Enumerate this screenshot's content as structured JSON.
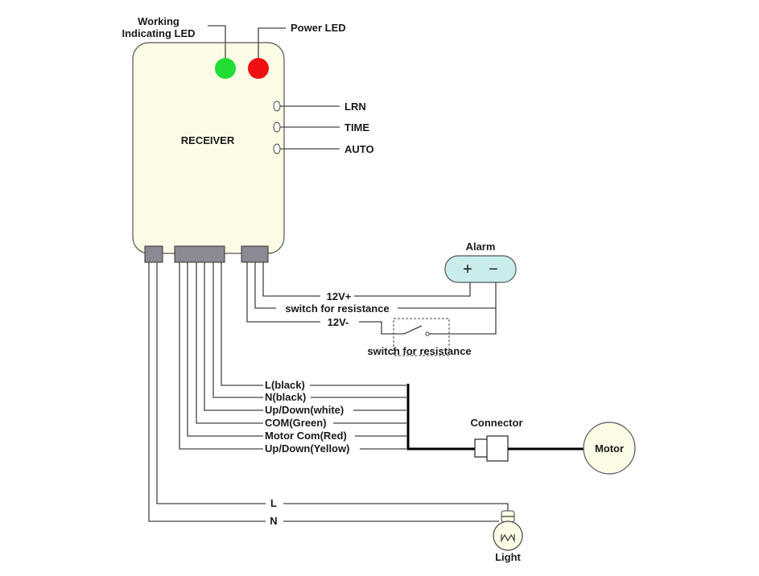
{
  "receiver": {
    "title": "RECEIVER",
    "working_led_label_line1": "Working",
    "working_led_label_line2": "Indicating LED",
    "power_led_label": "Power LED",
    "buttons": [
      "LRN",
      "TIME",
      "AUTO"
    ],
    "colors": {
      "body": "#fcfbe6",
      "working_led": "#22dd33",
      "power_led": "#ee1111",
      "terminal": "#8a8a94"
    }
  },
  "alarm": {
    "title": "Alarm",
    "plus": "+",
    "minus": "−",
    "wires": [
      "12V+",
      "switch for resistance",
      "12V-"
    ],
    "switch_label": "switch for resistance",
    "color": "#c9ecec"
  },
  "motor_wires": [
    "L(black)",
    "N(black)",
    "Up/Down(white)",
    "COM(Green)",
    "Motor Com(Red)",
    "Up/Down(Yellow)"
  ],
  "connector": {
    "label": "Connector"
  },
  "motor": {
    "label": "Motor"
  },
  "light_wires": [
    "L",
    "N"
  ],
  "light": {
    "label": "Light"
  }
}
